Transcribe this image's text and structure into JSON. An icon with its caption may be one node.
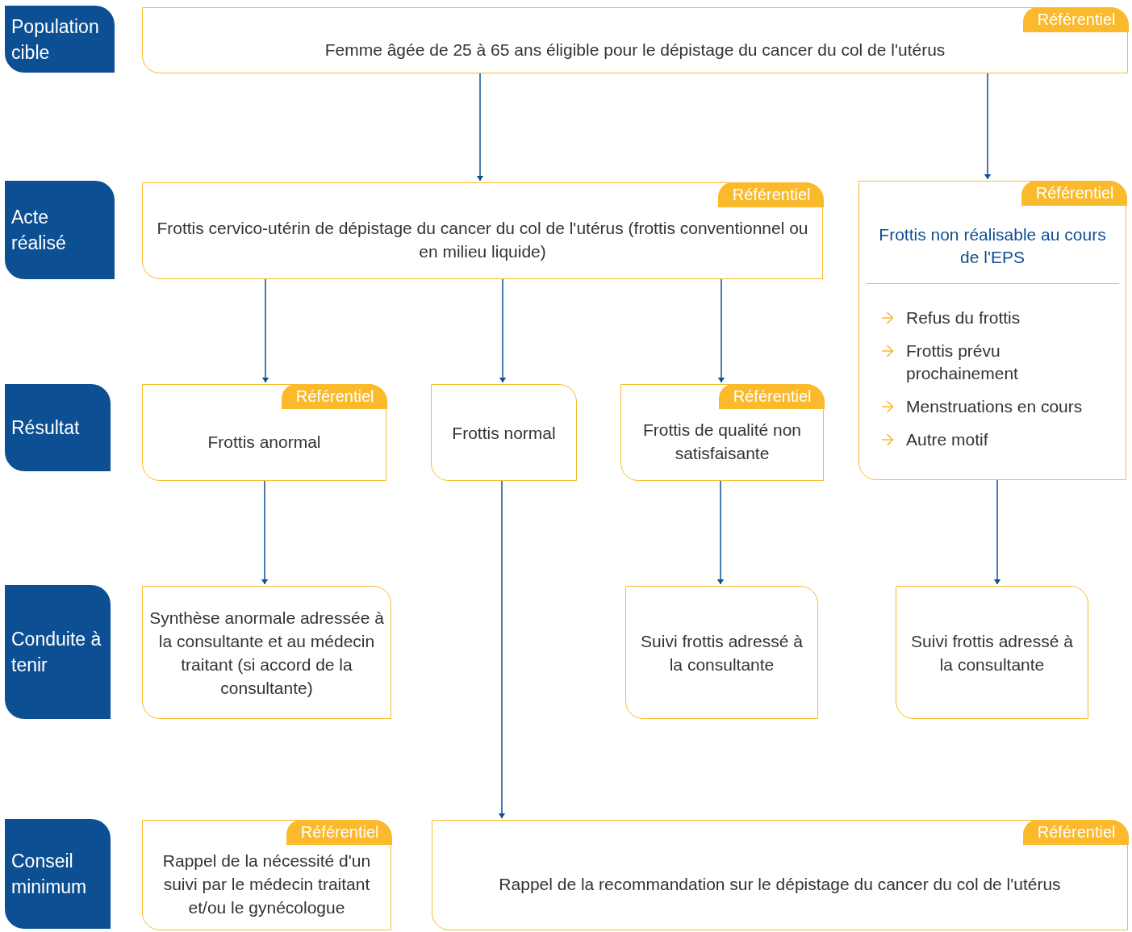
{
  "diagram": {
    "nodes": [
      {
        "text": [
          "Population cible"
        ]
      },
      {
        "text": [
          "Acte réalisé"
        ]
      },
      {
        "text": [
          "Résultat"
        ]
      },
      {
        "text": [
          "Conduite à tenir"
        ]
      },
      {
        "text": [
          "Conseil minimum"
        ]
      },
      {
        "text": [
          "Référentiel",
          "Femme âgée de 25 à 65 ans éligible pour le dépistage du cancer du col de l'utérus"
        ]
      },
      {
        "text": [
          "Référentiel",
          "Frottis cervico-utérin de dépistage du cancer du col de l'utérus (frottis conventionnel ou en milieu liquide)"
        ]
      },
      {
        "text": [
          "Référentiel",
          "Frottis non réalisable au cours de l'EPS",
          "Refus du frottis",
          "Frottis prévu prochainement",
          "Menstruations en cours",
          "Autre motif"
        ]
      },
      {
        "text": [
          "Référentiel",
          "Frottis anormal"
        ]
      },
      {
        "text": [
          "Frottis normal"
        ]
      },
      {
        "text": [
          "Référentiel",
          "Frottis de qualité non satisfaisante"
        ]
      },
      {
        "text": [
          "Synthèse anormale adressée à la consultante et au médecin traitant (si accord de la consultante)"
        ]
      },
      {
        "text": [
          "Suivi frottis adressé à la consultante"
        ]
      },
      {
        "text": [
          "Suivi frottis adressé à la consultante"
        ]
      },
      {
        "text": [
          "Référentiel",
          "Rappel de la nécessité d'un suivi par le médecin traitant et/ou le gynécologue"
        ]
      },
      {
        "text": [
          "Référentiel",
          "Rappel de la recommandation sur le dépistage du cancer du col de l'utérus"
        ]
      }
    ],
    "edges": [
      {
        "from": 5,
        "to": 6,
        "arrow": "to"
      },
      {
        "from": 5,
        "to": 7,
        "arrow": "to"
      },
      {
        "from": 6,
        "to": 8,
        "arrow": "to"
      },
      {
        "from": 6,
        "to": 9,
        "arrow": "to"
      },
      {
        "from": 6,
        "to": 10,
        "arrow": "to"
      },
      {
        "from": 8,
        "to": 11,
        "arrow": "to"
      },
      {
        "from": 9,
        "to": 15,
        "arrow": "to"
      },
      {
        "from": 10,
        "to": 12,
        "arrow": "to"
      },
      {
        "from": 7,
        "to": 13,
        "arrow": "to"
      }
    ]
  }
}
